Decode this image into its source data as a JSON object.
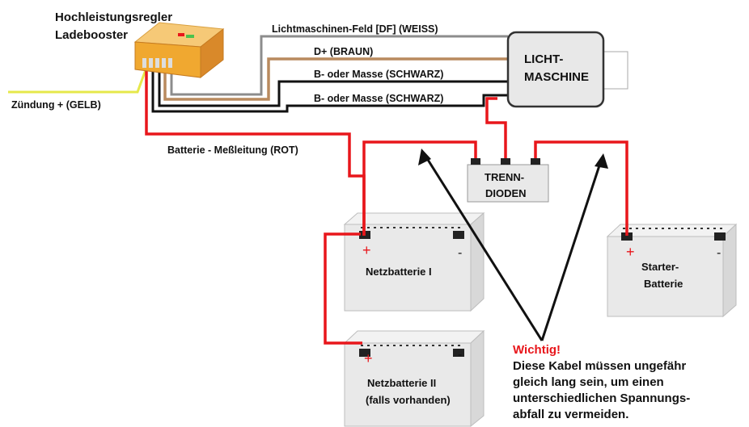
{
  "labels": {
    "regulator_line1": "Hochleistungsregler",
    "regulator_line2": "Ladebooster",
    "ignition": "Zündung + (GELB)",
    "field": "Lichtmaschinen-Feld [DF] (WEISS)",
    "d_plus": "D+ (BRAUN)",
    "b_minus_1": "B- oder Masse (SCHWARZ)",
    "b_minus_2": "B- oder Masse (SCHWARZ)",
    "sense": "Batterie - Meßleitung  (ROT)",
    "alternator_line1": "LICHT-",
    "alternator_line2": "MASCHINE",
    "diodes_line1": "TRENN-",
    "diodes_line2": "DIODEN",
    "battery1": "Netzbatterie I",
    "battery2_line1": "Netzbatterie II",
    "battery2_line2": "(falls vorhanden)",
    "starter_line1": "Starter-",
    "starter_line2": "Batterie",
    "plus": "+",
    "minus": "-"
  },
  "note": {
    "heading": "Wichtig!",
    "line1": "Diese Kabel müssen ungefähr",
    "line2": "gleich lang sein, um einen",
    "line3": "unterschiedlichen Spannungs-",
    "line4": "abfall zu vermeiden."
  },
  "colors": {
    "wire_red": "#e8161b",
    "wire_yellow": "#e6e84a",
    "wire_brown": "#b98a5e",
    "wire_black": "#111111",
    "wire_white": "#8c8c8c",
    "note_red": "#e8161b",
    "regulator_orange": "#f0a830"
  }
}
